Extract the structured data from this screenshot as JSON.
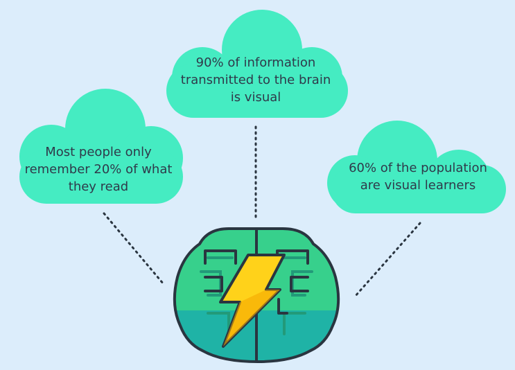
{
  "colors": {
    "background": "#dcedfb",
    "cloud": "#45ecc2",
    "text": "#2f3a4a",
    "outline": "#2a3540",
    "brain_upper": "#37d08c",
    "brain_lower": "#1fb3a6",
    "brain_circuit": "#229a79",
    "bolt": "#ffd21a",
    "bolt_shade": "#f5a800"
  },
  "clouds": {
    "left": {
      "lines": [
        "Most people only",
        "remember 20% of what",
        "they read"
      ]
    },
    "top": {
      "lines": [
        "90% of information",
        "transmitted to the brain",
        "is visual"
      ]
    },
    "right": {
      "lines": [
        "60% of the population",
        "are visual learners"
      ]
    }
  },
  "icons": {
    "center": "brain-lightning-icon"
  }
}
